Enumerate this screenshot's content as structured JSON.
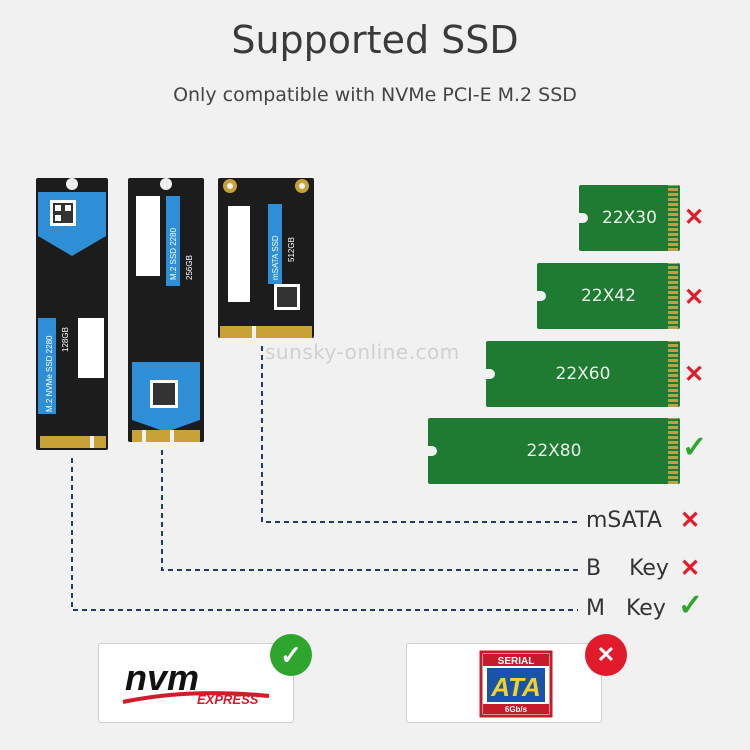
{
  "header": {
    "title": "Supported SSD",
    "subtitle": "Only compatible with NVMe PCI-E M.2 SSD"
  },
  "ssd_sizes": [
    {
      "label": "22X30",
      "status": "x"
    },
    {
      "label": "22X42",
      "status": "x"
    },
    {
      "label": "22X60",
      "status": "x"
    },
    {
      "label": "22X80",
      "status": "ok"
    }
  ],
  "key_types": [
    {
      "label": "mSATA",
      "status": "x"
    },
    {
      "label": "B    Key",
      "status": "x"
    },
    {
      "label": "M   Key",
      "status": "ok"
    }
  ],
  "sticks": {
    "nvme": {
      "line1": "M.2 NVMe SSD 2280",
      "capacity": "128GB"
    },
    "bkey": {
      "line1": "M.2 SSD 2280",
      "capacity": "256GB"
    },
    "msata": {
      "line1": "mSATA SSD",
      "capacity": "512GB"
    }
  },
  "logos": {
    "nvme_main": "nvm",
    "nvme_sub": "EXPRESS",
    "sata_top": "SERIAL",
    "sata_main": "ATA",
    "sata_speed": "6Gb/s"
  },
  "marks": {
    "x": "✕",
    "ok": "✓"
  },
  "watermark": "sunsky-online.com",
  "colors": {
    "green_card": "#1f7a32",
    "red_x": "#e11b2b",
    "green_check": "#2ea62e",
    "blue_label": "#2f8fd6"
  }
}
